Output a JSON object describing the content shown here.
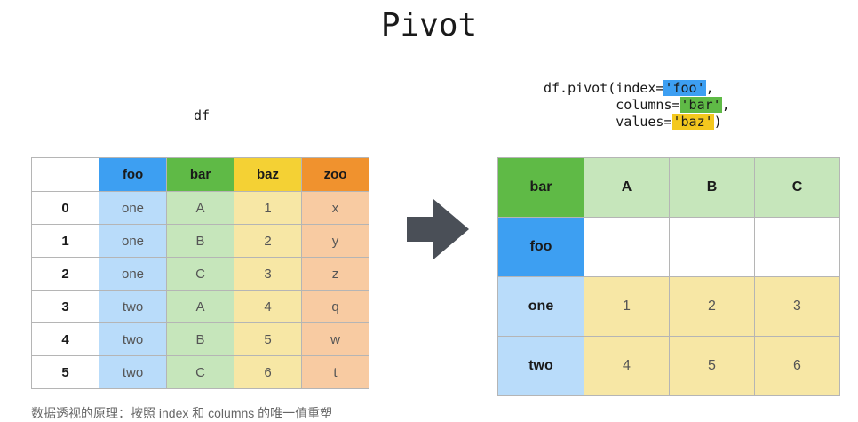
{
  "title": "Pivot",
  "df_label": "df",
  "code": {
    "line1_prefix": "df.pivot(index=",
    "index_arg": "'foo'",
    "line2_prefix": "         columns=",
    "columns_arg": "'bar'",
    "line3_prefix": "         values=",
    "values_arg": "'baz'",
    "close": ")"
  },
  "df_table": {
    "headers": [
      "foo",
      "bar",
      "baz",
      "zoo"
    ],
    "rows": [
      {
        "index": "0",
        "foo": "one",
        "bar": "A",
        "baz": "1",
        "zoo": "x"
      },
      {
        "index": "1",
        "foo": "one",
        "bar": "B",
        "baz": "2",
        "zoo": "y"
      },
      {
        "index": "2",
        "foo": "one",
        "bar": "C",
        "baz": "3",
        "zoo": "z"
      },
      {
        "index": "3",
        "foo": "two",
        "bar": "A",
        "baz": "4",
        "zoo": "q"
      },
      {
        "index": "4",
        "foo": "two",
        "bar": "B",
        "baz": "5",
        "zoo": "w"
      },
      {
        "index": "5",
        "foo": "two",
        "bar": "C",
        "baz": "6",
        "zoo": "t"
      }
    ]
  },
  "pivot_table": {
    "columns_name": "bar",
    "index_name": "foo",
    "columns": [
      "A",
      "B",
      "C"
    ],
    "rows": [
      {
        "label": "one",
        "values": [
          "1",
          "2",
          "3"
        ]
      },
      {
        "label": "two",
        "values": [
          "4",
          "5",
          "6"
        ]
      }
    ]
  },
  "colors": {
    "foo": "#3d9ff2",
    "bar": "#5fba46",
    "baz": "#f4d134",
    "zoo": "#f0922e",
    "arrow": "#4a4f57"
  },
  "footer": "数据透视的原理：按照 index 和 columns 的唯一值重塑"
}
